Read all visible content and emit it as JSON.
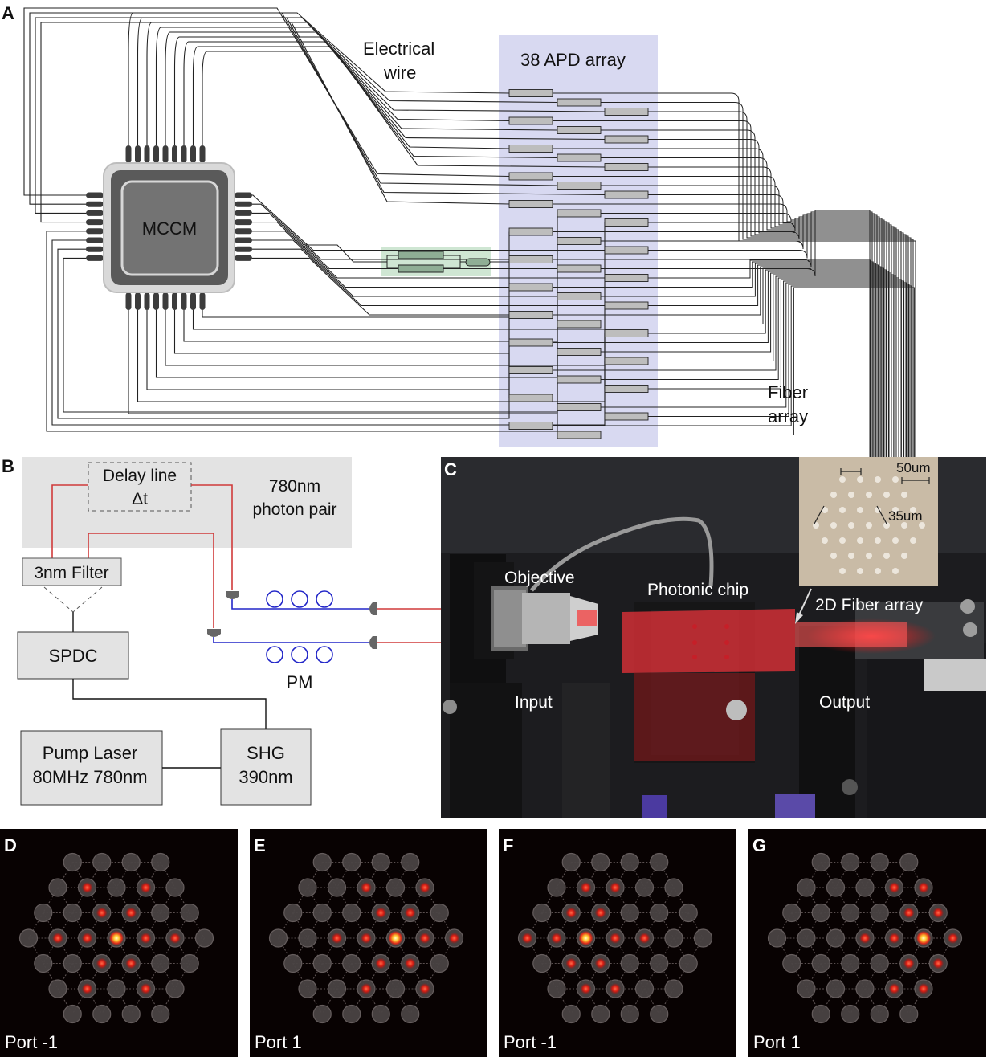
{
  "panels": {
    "a": {
      "letter": "A",
      "electrical_wire": [
        "Electrical",
        "wire"
      ],
      "apd_array": "38  APD array",
      "mccm": "MCCM",
      "fiber_array": [
        "Fiber",
        "array"
      ]
    },
    "b": {
      "letter": "B",
      "delay_line": "Delay line",
      "delta_t": "Δt",
      "photon_pair": [
        "780nm",
        "photon pair"
      ],
      "filter": "3nm Filter",
      "spdc": "SPDC",
      "pm": "PM",
      "pump_laser": [
        "Pump Laser",
        "80MHz 780nm"
      ],
      "shg": [
        "SHG",
        "390nm"
      ]
    },
    "c": {
      "letter": "C",
      "objective": "Objective",
      "photonic_chip": "Photonic chip",
      "fiber_array_2d": "2D Fiber array",
      "input": "Input",
      "output": "Output",
      "scale_50": "50um",
      "scale_35": "35um"
    },
    "images": [
      {
        "letter": "D",
        "port": "Port -1"
      },
      {
        "letter": "E",
        "port": "Port 1"
      },
      {
        "letter": "F",
        "port": "Port -1"
      },
      {
        "letter": "G",
        "port": "Port 1"
      }
    ]
  },
  "colors": {
    "apd_band": "#d8d9f1",
    "chip_band": "#cfe6d3",
    "fiber_red": "#d03a3a",
    "fiber_blue": "#2226c8",
    "box_gray": "#e2e2e2",
    "photo_bg": "#1c1c1f",
    "spot_hot": "#fff3b0",
    "spot_red": "#e0221a"
  }
}
